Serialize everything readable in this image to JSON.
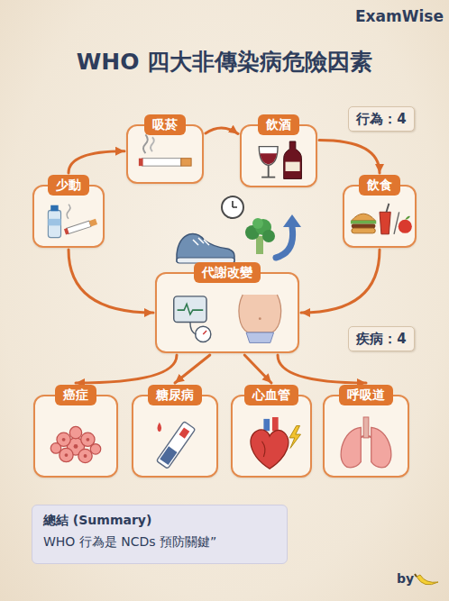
{
  "diagram": {
    "title": "WHO 四大非傳染病危險因素",
    "nodes": [
      {
        "text": [
          "吸菸"
        ]
      },
      {
        "text": [
          "飲酒"
        ]
      },
      {
        "text": [
          "行為：4"
        ]
      },
      {
        "text": [
          "少動"
        ]
      },
      {
        "text": [
          "飲食"
        ]
      },
      {
        "text": [
          "代謝改變"
        ]
      },
      {
        "text": [
          "疾病：4"
        ]
      },
      {
        "text": [
          "癌症"
        ]
      },
      {
        "text": [
          "糖尿病"
        ]
      },
      {
        "text": [
          "心血管"
        ]
      },
      {
        "text": [
          "呼吸道"
        ]
      },
      {
        "text": [
          "總結 (Summary)",
          "WHO 行為是 NCDs 預防關鍵”"
        ]
      }
    ],
    "edges": [
      {
        "from": 3,
        "to": 0,
        "arrow": "to"
      },
      {
        "from": 0,
        "to": 1,
        "arrow": "to"
      },
      {
        "from": 1,
        "to": 4,
        "arrow": "to"
      },
      {
        "from": 3,
        "to": 5,
        "arrow": "to"
      },
      {
        "from": 4,
        "to": 5,
        "arrow": "to"
      },
      {
        "from": 5,
        "to": 7,
        "arrow": "to"
      },
      {
        "from": 5,
        "to": 8,
        "arrow": "to"
      },
      {
        "from": 5,
        "to": 9,
        "arrow": "to"
      },
      {
        "from": 5,
        "to": 10,
        "arrow": "to"
      }
    ],
    "labels": [
      "ExamWise",
      "by"
    ]
  }
}
